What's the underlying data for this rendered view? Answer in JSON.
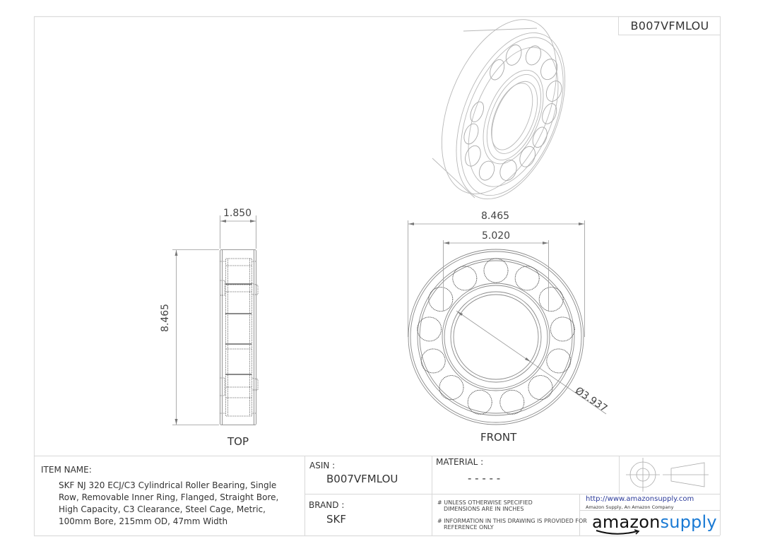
{
  "sheet": {
    "drawing_number": "B007VFMLOU"
  },
  "views": {
    "isometric": {
      "label": ""
    },
    "top": {
      "label": "TOP",
      "width_dim": "1.850",
      "height_dim": "8.465"
    },
    "front": {
      "label": "FRONT",
      "outer_dim": "8.465",
      "inner_race_dim": "5.020",
      "bore_dim": "Ø3.937",
      "roller_count": 13
    }
  },
  "title_block": {
    "item_name_label": "ITEM NAME:",
    "item_name_value": "SKF NJ 320 ECJ/C3 Cylindrical Roller Bearing, Single Row, Removable Inner Ring, Flanged, Straight Bore, High Capacity, C3 Clearance, Steel Cage, Metric, 100mm Bore, 215mm OD, 47mm Width",
    "asin_label": "ASIN :",
    "asin_value": "B007VFMLOU",
    "brand_label": "BRAND :",
    "brand_value": "SKF",
    "material_label": "MATERIAL :",
    "material_value": "- - - - -",
    "notes": [
      {
        "line1": "# UNLESS OTHERWISE SPECIFIED",
        "line2": "DIMENSIONS ARE IN INCHES"
      },
      {
        "line1": "# INFORMATION IN THIS DRAWING IS PROVIDED FOR",
        "line2": "REFERENCE ONLY"
      }
    ],
    "projection_symbol": "third-angle-projection-icon",
    "url": "http://www.amazonsupply.com",
    "company": "Amazon Supply, An Amazon Company",
    "logo": {
      "part1": "amazon",
      "part2": "supply"
    }
  },
  "colors": {
    "line": "#8a8a8a",
    "frame": "#d8d8d8",
    "url": "#2b3a9a",
    "logo_accent": "#1a7ad4"
  }
}
